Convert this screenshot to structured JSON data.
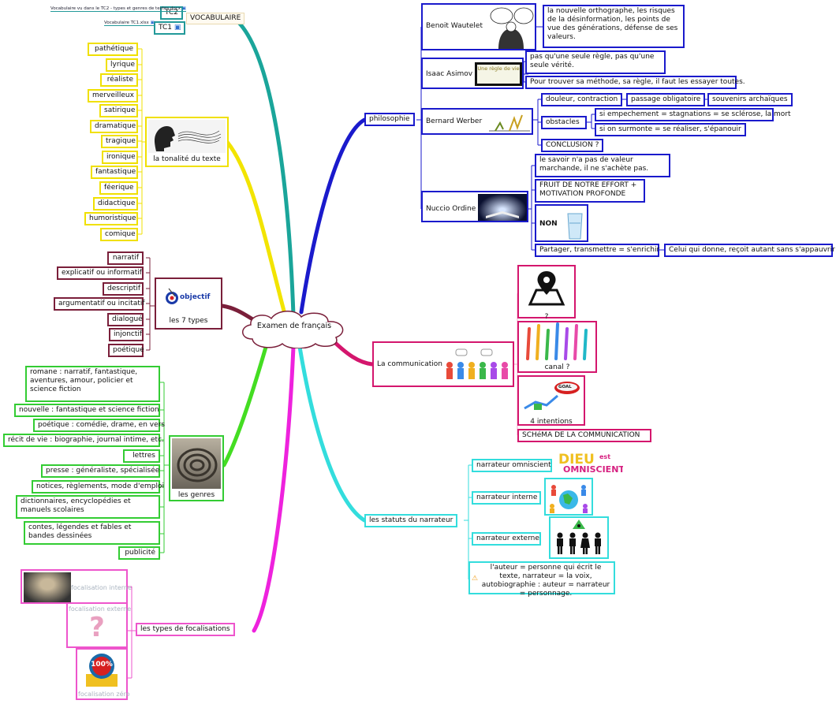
{
  "center": {
    "label": "Examen de français"
  },
  "vocab": {
    "label": "VOCABULAIRE",
    "tc2": "TC2",
    "tc1": "TC1",
    "tc2_file": "Vocabulaire vu dans le TC2 - types et genres de textes.docx",
    "tc1_file": "Vocabulaire TC1.xlsx"
  },
  "tonalite": {
    "label": "la tonalité du texte",
    "items": [
      "pathétique",
      "lyrique",
      "réaliste",
      "merveilleux",
      "satirique",
      "dramatique",
      "tragique",
      "ironique",
      "fantastique",
      "féerique",
      "didactique",
      "humoristique",
      "comique"
    ]
  },
  "types": {
    "label": "les 7 types",
    "icon_text": "objectif",
    "items": [
      "narratif",
      "explicatif ou informatif",
      "descriptif",
      "argumentatif ou incitatif",
      "dialogué",
      "injonctif",
      "poétique"
    ]
  },
  "genres": {
    "label": "les genres",
    "items": [
      "romane : narratif, fantastique, aventures, amour, policier et science fiction",
      "nouvelle : fantastique et science fiction",
      "poétique : comédie, drame, en vers",
      "récit de vie : biographie, journal intime, etc.",
      "lettres",
      "presse : généraliste, spécialisée",
      "notices, règlements, mode d'emploi",
      "dictionnaires, encyclopédies et manuels scolaires",
      "contes, légendes et fables et bandes dessinées",
      "publicité"
    ]
  },
  "focal": {
    "label": "les types de focalisations",
    "interne": "focalisation interne",
    "externe": "focalisation externe",
    "zero": "focalisation zéro",
    "badge": "100%"
  },
  "philo": {
    "label": "philosophie",
    "wautelet": {
      "name": "Benoit Wautelet",
      "text": "la nouvelle orthographe, les risques de la désinformation, les points de vue des générations, défense de ses valeurs."
    },
    "asimov": {
      "name": "Isaac Asimov",
      "img_text": "Une règle de vie",
      "t1": "pas qu'une seule règle, pas qu'une seule vérité.",
      "t2": "Pour trouver sa méthode, sa règle, il faut les essayer toutes."
    },
    "werber": {
      "name": "Bernard Werber",
      "douleur": "douleur, contraction",
      "passage": "passage obligatoire",
      "souvenirs": "souvenirs archaïques",
      "obstacles": "obstacles",
      "empech": "si empechement = stagnations = se sclérose, la mort",
      "surmonte": "si on surmonte = se réaliser, s'épanouir",
      "conclusion": "CONCLUSION ?"
    },
    "ordine": {
      "name": "Nuccio Ordine",
      "savoir": "le savoir n'a pas de valeur marchande, il ne s'achète pas.",
      "fruit": "FRUIT DE NOTRE EFFORT + MOTIVATION PROFONDE",
      "non": "NON",
      "partager": "Partager, transmettre = s'enrichir",
      "donne": "Celui qui donne, reçoit autant sans s'appauvrir !"
    }
  },
  "comm": {
    "label": "La communication",
    "q": "?",
    "canal": "canal ?",
    "intentions": "4 intentions",
    "goal": "GOAL",
    "schema": "SCHéMA DE LA COMMUNICATION"
  },
  "narr": {
    "label": "les statuts du narrateur",
    "omni": "narrateur omniscient",
    "interne": "narrateur interne",
    "externe": "narrateur externe",
    "dieu": "DIEU",
    "est": "est",
    "omniscient": "OMNISCIENT",
    "note": "l'auteur = personne qui écrit le texte, narrateur = la voix, autobiographie : auteur = narrateur = personnage."
  }
}
